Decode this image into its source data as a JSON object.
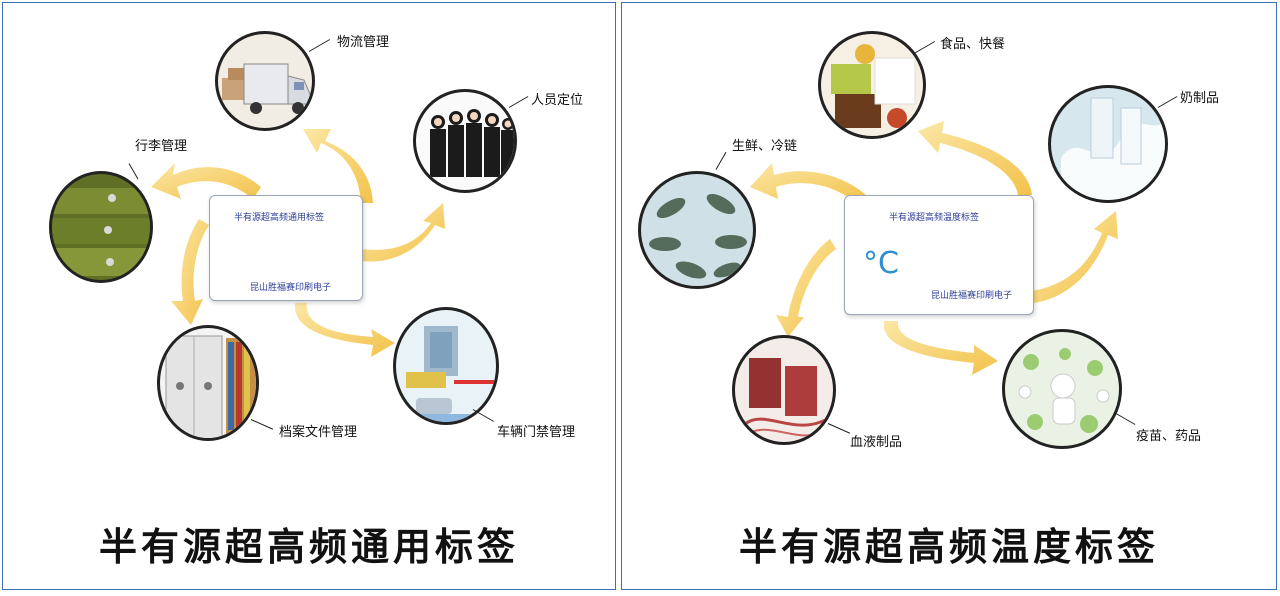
{
  "left": {
    "title": "半有源超高频通用标签",
    "card_title": "半有源超高频通用标签",
    "card_footer": "昆山胜福赛印刷电子",
    "labels": {
      "logistics": "物流管理",
      "personnel": "人员定位",
      "luggage": "行李管理",
      "archives": "档案文件管理",
      "vehicle": "车辆门禁管理"
    }
  },
  "right": {
    "title": "半有源超高频温度标签",
    "card_title": "半有源超高频温度标签",
    "card_symbol": "°C",
    "card_footer": "昆山胜福赛印刷电子",
    "labels": {
      "food": "食品、快餐",
      "dairy": "奶制品",
      "fresh": "生鲜、冷链",
      "blood": "血液制品",
      "vaccine": "疫苗、药品"
    }
  },
  "colors": {
    "arrow": "#f3c24a",
    "arrow_light": "#fbe7a6",
    "border": "#3b6fb6",
    "card_text": "#2d3d9a",
    "celsius": "#2b8fd0"
  }
}
